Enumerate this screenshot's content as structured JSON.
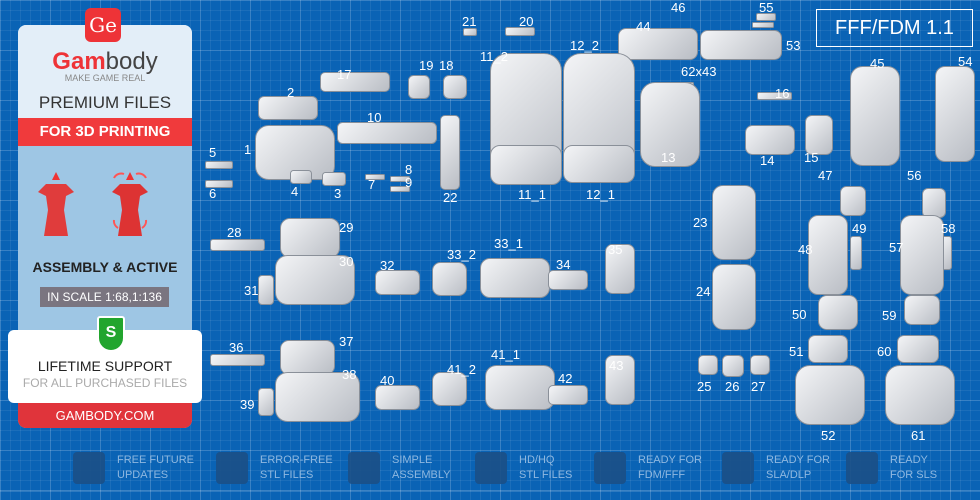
{
  "brand": {
    "logo": "Ge",
    "name_red": "Gam",
    "name_rest": "body",
    "tagline": "MAKE GAME REAL",
    "premium": "PREMIUM FILES",
    "for_printing": "FOR 3D PRINTING",
    "assembly": "ASSEMBLY & ACTIVE",
    "scale": "IN SCALE 1:68,1:136",
    "shield": "S",
    "support": "LIFETIME SUPPORT",
    "support_sub": "FOR ALL PURCHASED FILES",
    "site": "GAMBODY.COM"
  },
  "badge": "FFF/FDM 1.1",
  "parts": [
    "21",
    "20",
    "46",
    "55",
    "44",
    "53",
    "11_2",
    "12_2",
    "62x43",
    "19",
    "18",
    "17",
    "2",
    "16",
    "45",
    "54",
    "10",
    "1",
    "5",
    "6",
    "4",
    "3",
    "7",
    "8",
    "9",
    "22",
    "11_1",
    "12_1",
    "13",
    "14",
    "15",
    "47",
    "56",
    "23",
    "28",
    "29",
    "49",
    "58",
    "33_2",
    "33_1",
    "35",
    "30",
    "32",
    "34",
    "48",
    "57",
    "31",
    "24",
    "50",
    "59",
    "36",
    "37",
    "51",
    "60",
    "41_1",
    "43",
    "38",
    "41_2",
    "25",
    "26",
    "27",
    "40",
    "42",
    "39",
    "52",
    "61"
  ],
  "features": [
    {
      "icon": "refresh-icon",
      "l1": "FREE FUTURE",
      "l2": "UPDATES"
    },
    {
      "icon": "file-check-icon",
      "l1": "ERROR-FREE",
      "l2": "STL FILES"
    },
    {
      "icon": "puzzle-icon",
      "l1": "SIMPLE",
      "l2": "ASSEMBLY"
    },
    {
      "icon": "figure-icon",
      "l1": "HD/HQ",
      "l2": "STL FILES"
    },
    {
      "icon": "fdm-printer-icon",
      "l1": "READY FOR",
      "l2": "FDM/FFF"
    },
    {
      "icon": "sla-printer-icon",
      "l1": "READY FOR",
      "l2": "SLA/DLP"
    },
    {
      "icon": "sls-printer-icon",
      "l1": "READY",
      "l2": "FOR SLS"
    }
  ]
}
